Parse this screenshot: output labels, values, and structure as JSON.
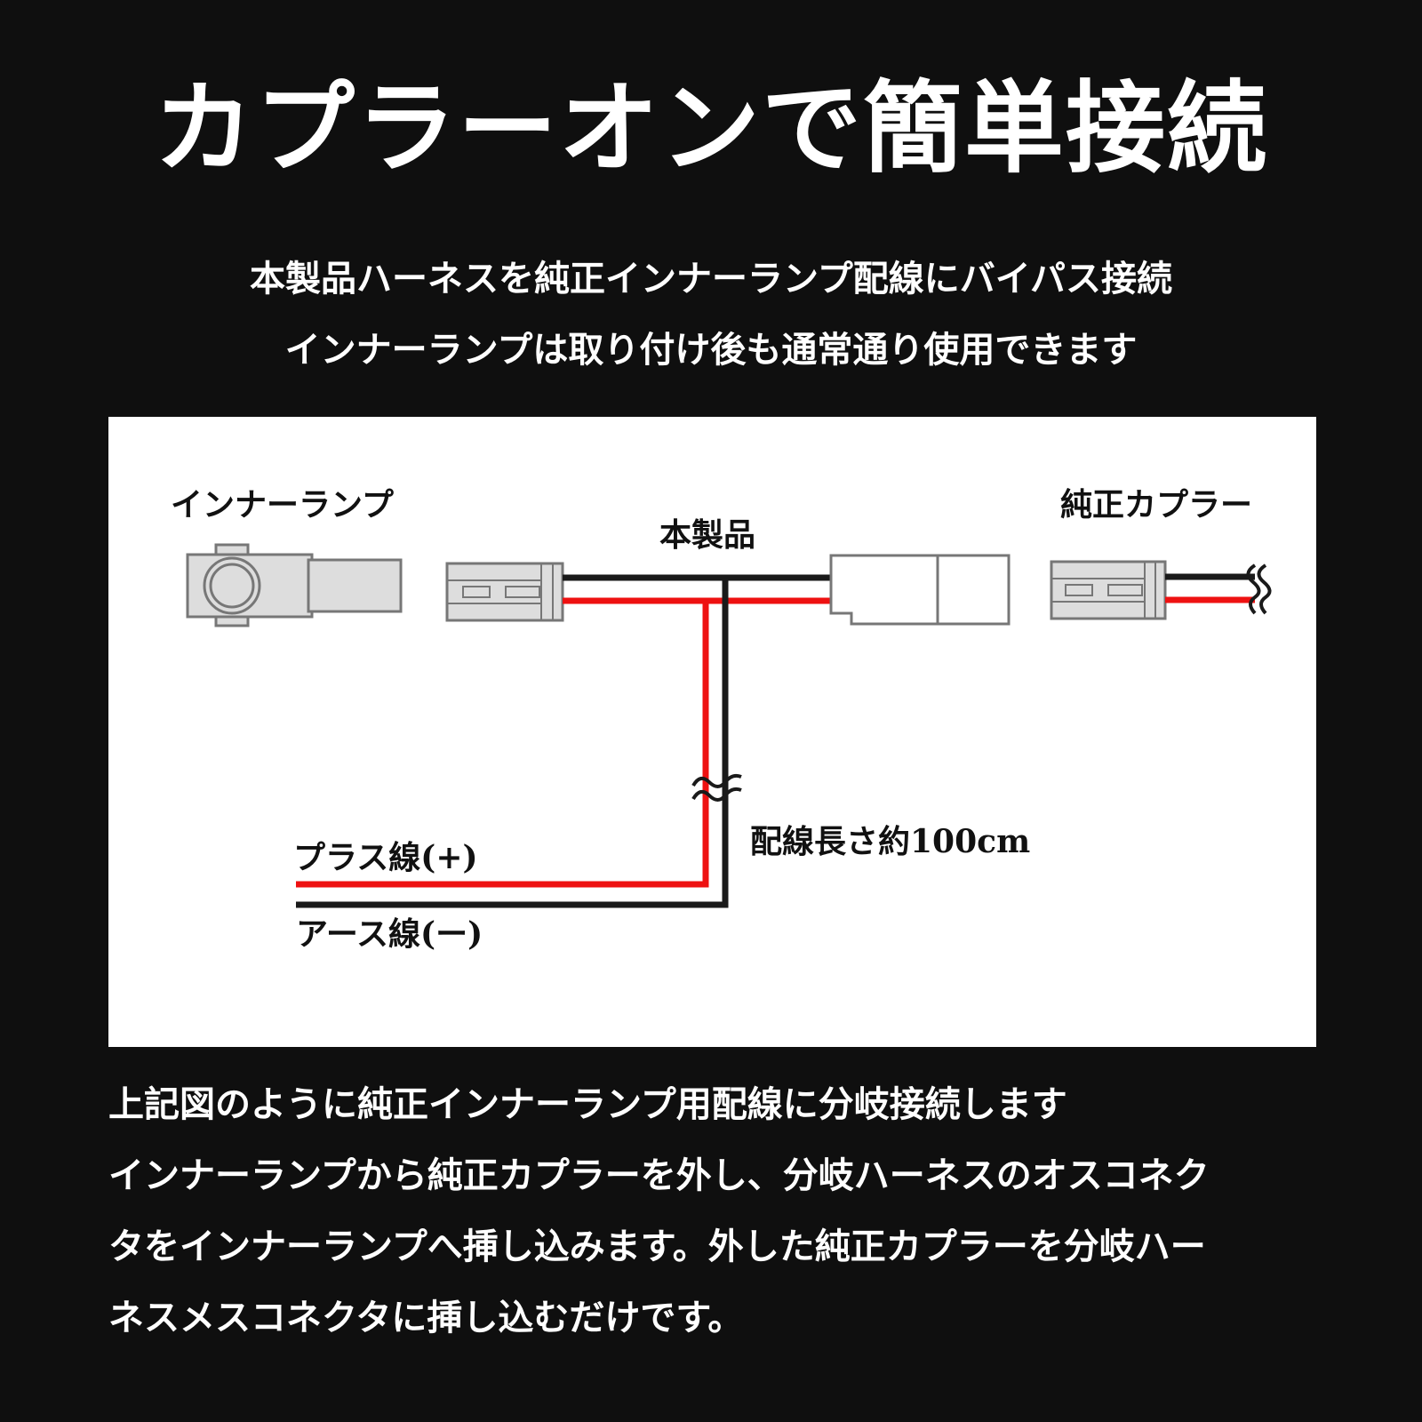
{
  "title": "カプラーオンで簡単接続",
  "subtitle_lines": [
    "本製品ハーネスを純正インナーランプ配線にバイパス接続",
    "インナーランプは取り付け後も通常通り使用できます"
  ],
  "diagram": {
    "labels": {
      "inner_lamp": "インナーランプ",
      "this_product": "本製品",
      "oem_coupler": "純正カプラー",
      "wire_length": "配線長さ約100cm",
      "plus_wire": "プラス線(+)",
      "ground_wire": "アース線(ー)"
    },
    "colors": {
      "plus_wire": "#ee1111",
      "ground_wire": "#1a1a1a",
      "connector_fill": "#dddddd",
      "connector_stroke": "#777777",
      "panel_background": "#ffffff"
    }
  },
  "description_lines": [
    "上記図のように純正インナーランプ用配線に分岐接続します",
    "インナーランプから純正カプラーを外し、分岐ハーネスのオスコネク",
    "タをインナーランプへ挿し込みます。外した純正カプラーを分岐ハー",
    "ネスメスコネクタに挿し込むだけです。"
  ],
  "colors": {
    "page_background": "#0f0f0f",
    "text": "#ffffff"
  }
}
